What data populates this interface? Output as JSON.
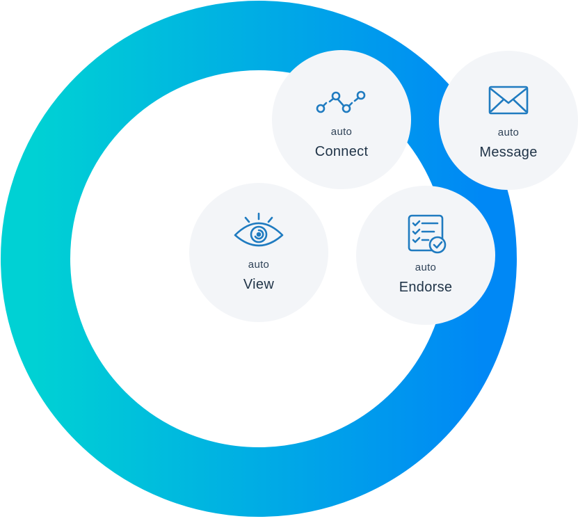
{
  "colors": {
    "ring_start": "#00d1d4",
    "ring_end": "#0088f5",
    "node_bg": "#f3f5f8",
    "icon": "#1f7bc0",
    "text": "#1f3347"
  },
  "nodes": {
    "connect": {
      "sub": "auto",
      "label": "Connect",
      "icon": "connection-graph-icon"
    },
    "message": {
      "sub": "auto",
      "label": "Message",
      "icon": "envelope-icon"
    },
    "view": {
      "sub": "auto",
      "label": "View",
      "icon": "eye-icon"
    },
    "endorse": {
      "sub": "auto",
      "label": "Endorse",
      "icon": "checklist-icon"
    }
  }
}
